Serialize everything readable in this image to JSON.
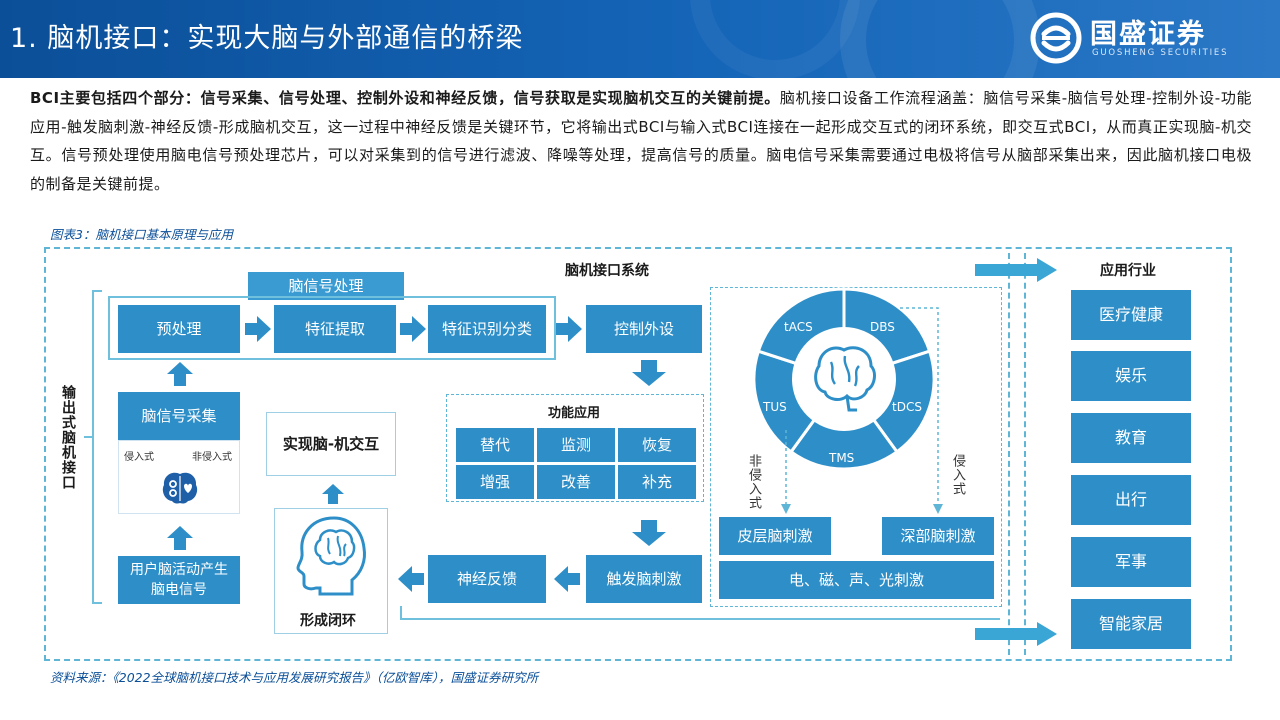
{
  "header": {
    "title": "1. 脑机接口：实现大脑与外部通信的桥梁",
    "logo_cn": "国盛证券",
    "logo_en": "GUOSHENG SECURITIES"
  },
  "paragraph": {
    "bold": "BCI主要包括四个部分：信号采集、信号处理、控制外设和神经反馈，信号获取是实现脑机交互的关键前提。",
    "rest": "脑机接口设备工作流程涵盖：脑信号采集-脑信号处理-控制外设-功能应用-触发脑刺激-神经反馈-形成脑机交互，这一过程中神经反馈是关键环节，它将输出式BCI与输入式BCI连接在一起形成交互式的闭环系统，即交互式BCI，从而真正实现脑-机交互。信号预处理使用脑电信号预处理芯片，可以对采集到的信号进行滤波、降噪等处理，提高信号的质量。脑电信号采集需要通过电极将信号从脑部采集出来，因此脑机接口电极的制备是关键前提。"
  },
  "figure": {
    "title": "图表3：脑机接口基本原理与应用",
    "source": "资料来源：《2022全球脑机接口技术与应用发展研究报告》（亿欧智库），国盛证券研究所"
  },
  "diagram": {
    "system_label": "脑机接口系统",
    "output_bci_label": "输出式脑机接口",
    "signal_processing": "脑信号处理",
    "preprocess": "预处理",
    "feature_extract": "特征提取",
    "feature_classify": "特征识别分类",
    "control_peripheral": "控制外设",
    "signal_acquisition": "脑信号采集",
    "invasive": "侵入式",
    "non_invasive": "非侵入式",
    "user_brain": "用户脑活动产生脑电信号",
    "realize_interaction": "实现脑-机交互",
    "closed_loop": "形成闭环",
    "function_apps": {
      "title": "功能应用",
      "items": [
        "替代",
        "监测",
        "恢复",
        "增强",
        "改善",
        "补充"
      ]
    },
    "trigger_stim": "触发脑刺激",
    "neuro_feedback": "神经反馈",
    "stim_ring": [
      "tACS",
      "DBS",
      "tDCS",
      "TMS",
      "TUS"
    ],
    "non_invasive_vert": "非侵入式",
    "invasive_vert": "侵入式",
    "cortical_stim": "皮层脑刺激",
    "deep_stim": "深部脑刺激",
    "stim_types": "电、磁、声、光刺激"
  },
  "industries": {
    "title": "应用行业",
    "items": [
      "医疗健康",
      "娱乐",
      "教育",
      "出行",
      "军事",
      "智能家居"
    ]
  },
  "colors": {
    "header_blue": "#0b4f98",
    "box_blue": "#2e8fc8",
    "dash_cyan": "#5fb5d5"
  }
}
